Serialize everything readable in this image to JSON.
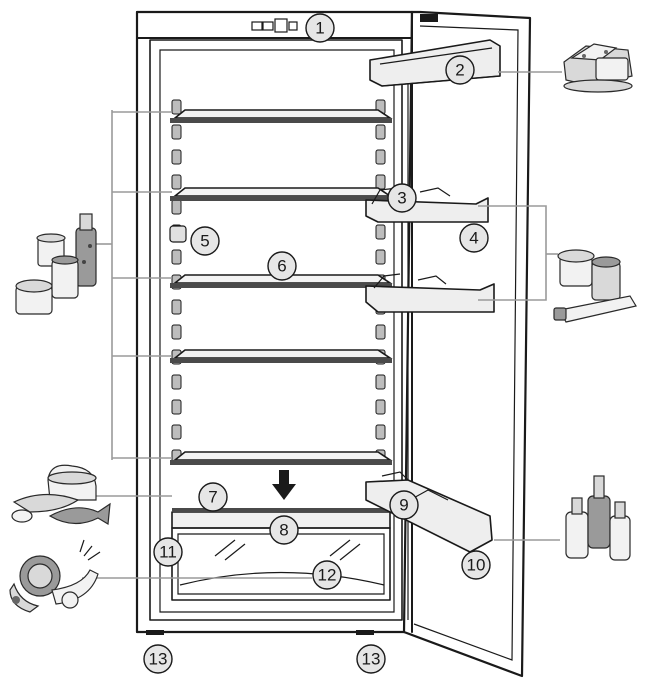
{
  "diagram": {
    "markers": [
      "1",
      "2",
      "3",
      "4",
      "5",
      "6",
      "7",
      "8",
      "9",
      "10",
      "11",
      "12",
      "13",
      "13"
    ],
    "icons": {
      "cheese": "cheese-butter-icon",
      "jars": "jars-bottle-icon",
      "preserves": "preserves-tube-icon",
      "fish": "fish-meat-icon",
      "vegetables": "vegetables-icon",
      "drinks": "bottles-icon"
    },
    "colors": {
      "line": "#1a1a1a",
      "marker_fill": "#e6e6e6",
      "callout": "#9a9a9a",
      "cabinet": "#ffffff"
    }
  }
}
